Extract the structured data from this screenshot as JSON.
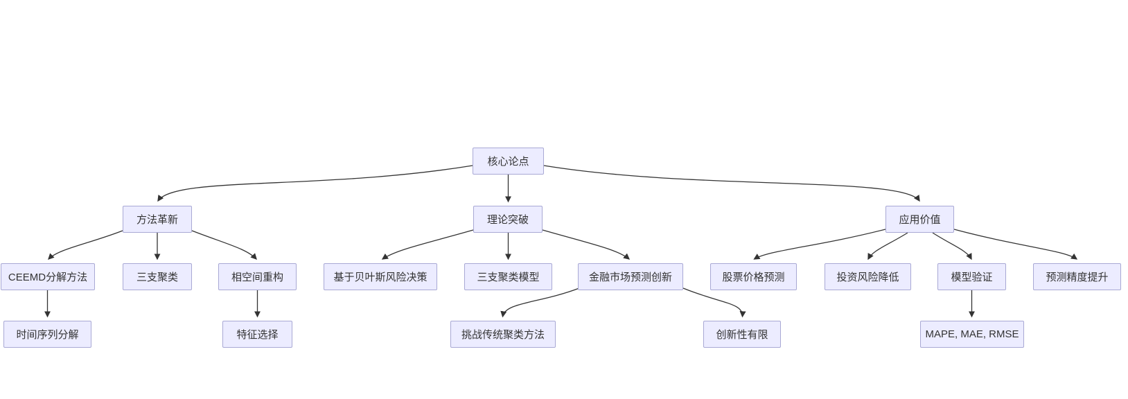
{
  "diagram": {
    "type": "flowchart",
    "orientation": "top-down",
    "background_color": "#ffffff",
    "node_fill_color": "#ECECFF",
    "node_border_color": "#A8A8D4",
    "edge_color": "#333333",
    "text_color": "#333333",
    "nodes": {
      "root": {
        "label": "核心论点"
      },
      "method": {
        "label": "方法革新"
      },
      "ceemd": {
        "label": "CEEMD分解方法"
      },
      "three_way_clustering": {
        "label": "三支聚类"
      },
      "phase_space": {
        "label": "相空间重构"
      },
      "time_series_decomp": {
        "label": "时间序列分解"
      },
      "feature_selection": {
        "label": "特征选择"
      },
      "theory": {
        "label": "理论突破"
      },
      "bayes_risk": {
        "label": "基于贝叶斯风险决策"
      },
      "three_way_model": {
        "label": "三支聚类模型"
      },
      "financial_innovation": {
        "label": "金融市场预测创新"
      },
      "challenge_traditional": {
        "label": "挑战传统聚类方法"
      },
      "limited_novelty": {
        "label": "创新性有限"
      },
      "application": {
        "label": "应用价值"
      },
      "stock_prediction": {
        "label": "股票价格预测"
      },
      "risk_reduction": {
        "label": "投资风险降低"
      },
      "model_validation": {
        "label": "模型验证"
      },
      "accuracy_improvement": {
        "label": "预测精度提升"
      },
      "metrics": {
        "label": "MAPE, MAE, RMSE"
      }
    },
    "edges": [
      {
        "from": "root",
        "to": "method"
      },
      {
        "from": "root",
        "to": "theory"
      },
      {
        "from": "root",
        "to": "application"
      },
      {
        "from": "method",
        "to": "ceemd"
      },
      {
        "from": "method",
        "to": "three_way_clustering"
      },
      {
        "from": "method",
        "to": "phase_space"
      },
      {
        "from": "ceemd",
        "to": "time_series_decomp"
      },
      {
        "from": "phase_space",
        "to": "feature_selection"
      },
      {
        "from": "theory",
        "to": "bayes_risk"
      },
      {
        "from": "theory",
        "to": "three_way_model"
      },
      {
        "from": "theory",
        "to": "financial_innovation"
      },
      {
        "from": "financial_innovation",
        "to": "challenge_traditional"
      },
      {
        "from": "financial_innovation",
        "to": "limited_novelty"
      },
      {
        "from": "application",
        "to": "stock_prediction"
      },
      {
        "from": "application",
        "to": "risk_reduction"
      },
      {
        "from": "application",
        "to": "model_validation"
      },
      {
        "from": "application",
        "to": "accuracy_improvement"
      },
      {
        "from": "model_validation",
        "to": "metrics"
      }
    ]
  }
}
